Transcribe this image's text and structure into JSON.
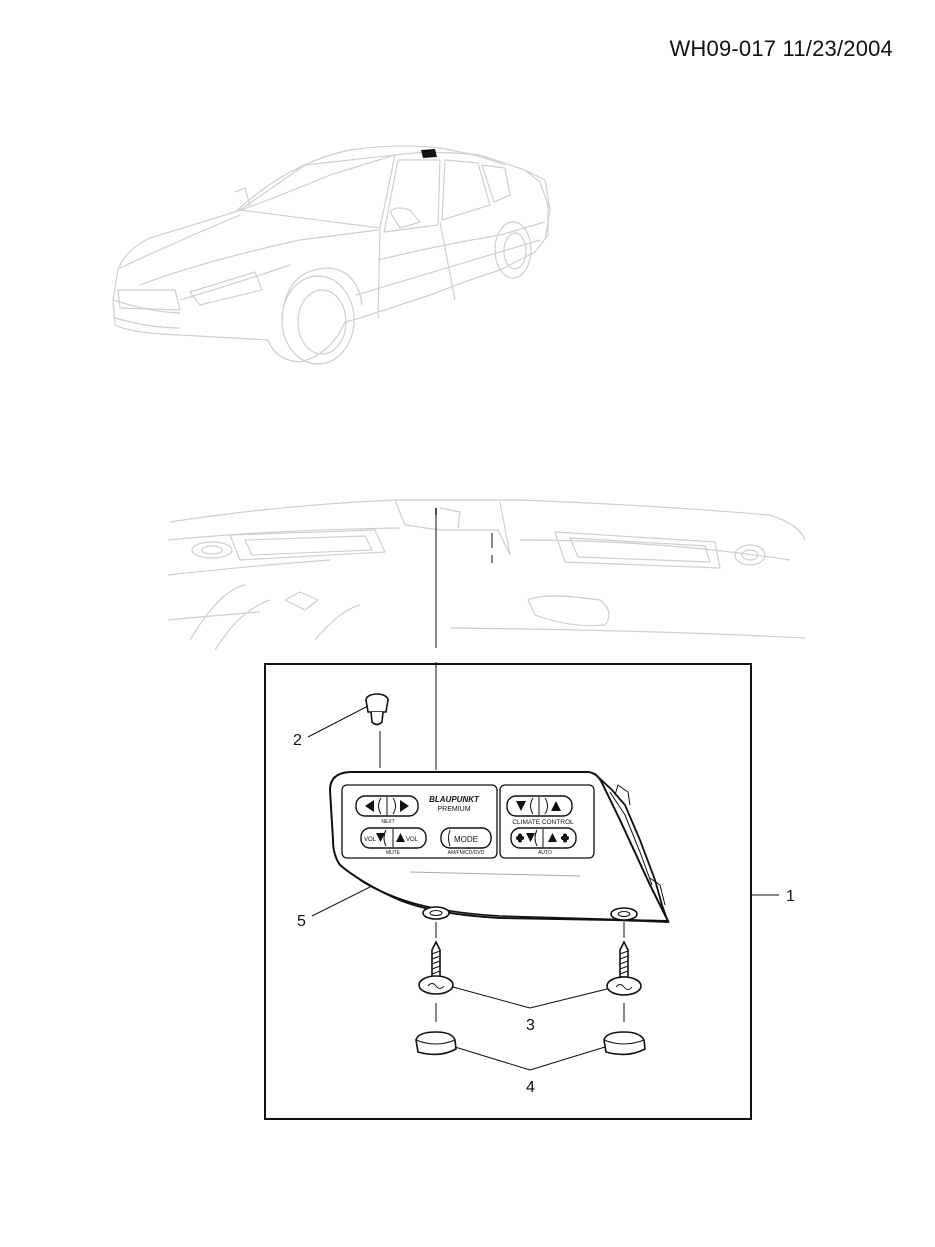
{
  "header": {
    "code": "WH09-017 11/23/2004"
  },
  "callouts": {
    "c1": "1",
    "c2": "2",
    "c3": "3",
    "c4": "4",
    "c5": "5"
  },
  "control_panel": {
    "brand": "BLAUPUNKT",
    "model": "PREMIUM",
    "next_label": "NEXT",
    "vol_down": "VOL",
    "vol_up": "VOL",
    "mute_label": "MUTE",
    "mode_label": "MODE",
    "source_label": "AM/FM/CD/DVD",
    "climate_label": "CLIMATE CONTROL",
    "auto_label": "AUTO"
  },
  "icons": [
    "left-arrow-icon",
    "right-arrow-icon",
    "down-arrow-icon",
    "up-arrow-icon",
    "fan-icon"
  ]
}
